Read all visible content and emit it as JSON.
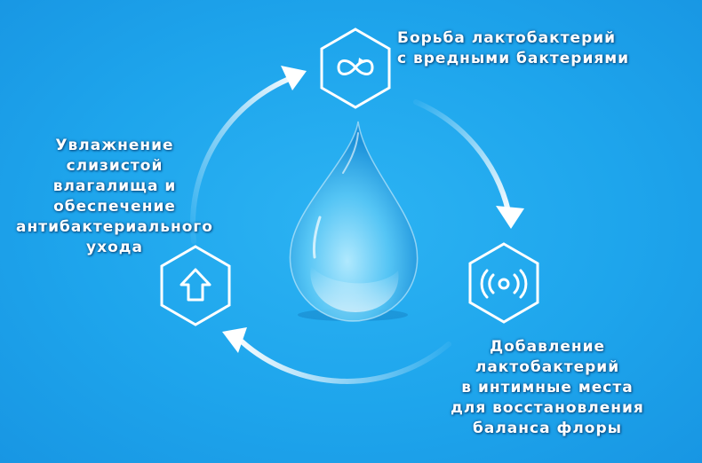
{
  "colors": {
    "background": "#1fa6ec",
    "outline": "#ffffff",
    "text": "#ffffff"
  },
  "center": {
    "icon": "water-drop-icon"
  },
  "nodes": [
    {
      "id": "top",
      "icon": "infinity-loop-icon",
      "lines": [
        "Борьба лактобактерий",
        "с вредными бактериями"
      ]
    },
    {
      "id": "right",
      "icon": "broadcast-signal-icon",
      "lines": [
        "Добавление",
        "лактобактерий",
        "в интимные места",
        "для восстановления",
        "баланса флоры"
      ]
    },
    {
      "id": "left",
      "icon": "up-arrow-icon",
      "lines": [
        "Увлажнение",
        "слизистой",
        "влагалища и",
        "обеспечение",
        "антибактериального",
        "ухода"
      ]
    }
  ],
  "cycle_arrows": [
    "left-to-top",
    "top-to-right",
    "right-to-left"
  ]
}
